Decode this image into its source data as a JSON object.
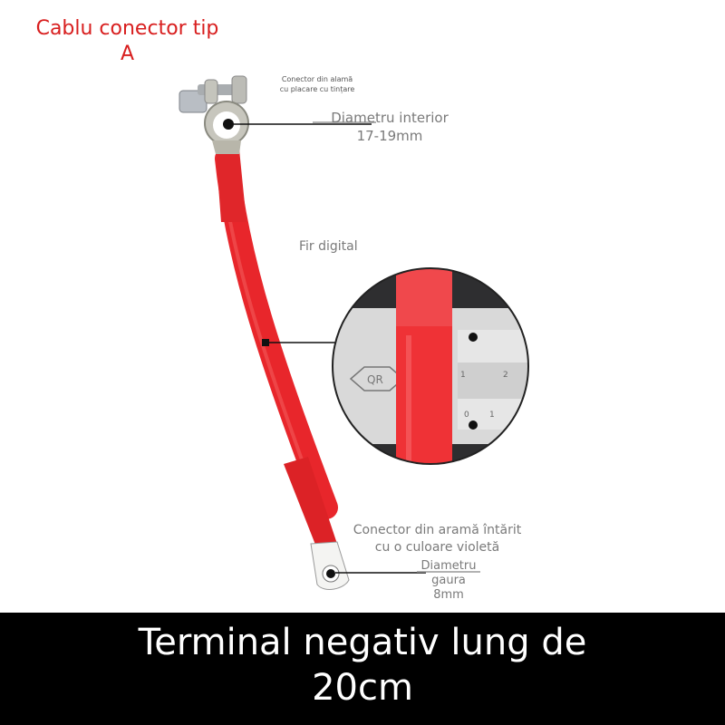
{
  "title": {
    "line1": "Cablu conector tip",
    "line2": "A"
  },
  "annotations": {
    "top_connector_note": {
      "line1": "Conector din alamă",
      "line2": "cu placare cu tințare"
    },
    "inner_diameter": {
      "line1": "Diametru interior",
      "line2": "17-19mm"
    },
    "wire": {
      "label": "Fir digital"
    },
    "bottom_connector_note": {
      "line1": "Conector din aramă întărit",
      "line2": "cu o culoare violetă"
    },
    "hole_diameter": {
      "line1": "Diametru",
      "line2": "gaura",
      "line3": "8mm"
    }
  },
  "inset": {
    "caliper_logo": "QR",
    "scale_top": [
      "1",
      "2"
    ],
    "scale_bottom": [
      "0",
      "1"
    ]
  },
  "banner": {
    "line1": "Terminal negativ lung de",
    "line2": "20cm"
  },
  "colors": {
    "title_red": "#d81e1e",
    "cable_red": "#e8262b",
    "banner_bg": "#000000",
    "banner_text": "#ffffff",
    "annotation_gray": "#7a7a7a"
  }
}
